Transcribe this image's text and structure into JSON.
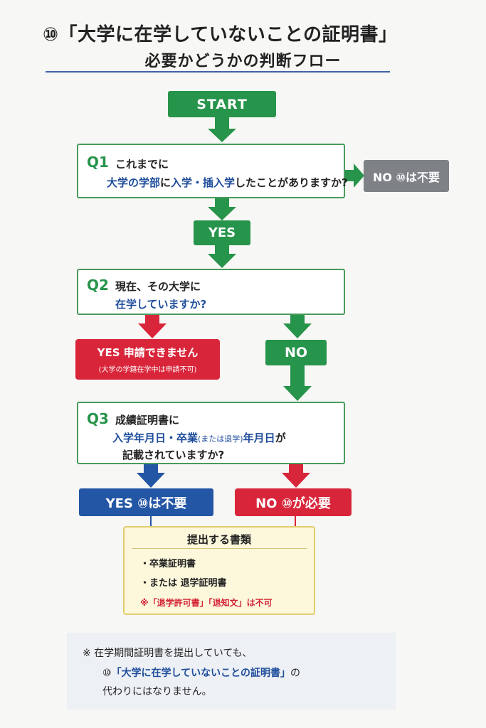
{
  "title": {
    "line1": "⑩「大学に在学していないことの証明書」",
    "line2": "必要かどうかの判断フロー"
  },
  "start": "START",
  "q1": {
    "label": "Q1",
    "line1": "これまでに",
    "line2_blue": "大学の学部",
    "line2_mid": "に",
    "line2_blue2": "入学・插入学",
    "line2_end": "したことがありますか?",
    "no_result": "NO ⑩は不要",
    "yes": "YES"
  },
  "q2": {
    "label": "Q2",
    "line1": "現在、その大学に",
    "line2": "在学していますか?",
    "yes_title": "YES 申請できません",
    "yes_sub": "(大学の学籍在学中は申請不可)",
    "no": "NO"
  },
  "q3": {
    "label": "Q3",
    "line1": "成績証明書に",
    "line2_a": "入学年月日・卒業",
    "line2_small": "(または退学)",
    "line2_b": "年月日",
    "line2_c": "が",
    "line3": "記載されていますか?",
    "yes_result": "YES ⑩は不要",
    "no_result": "NO ⑩が必要"
  },
  "documents": {
    "header": "提出する書類",
    "items": [
      "・卒業証明書",
      "・または 退学証明書"
    ],
    "warning": "※「退学許可書」「退知文」は不可"
  },
  "note": {
    "line1": "※ 在学期間証明書を提出していても、",
    "line2_prefix": "⑩",
    "line2_blue": "「大学に在学していないことの証明書」",
    "line2_end": "の",
    "line3": "代わりにはなりません。"
  },
  "colors": {
    "green": "#27944b",
    "red": "#d9253a",
    "blue": "#2356a4",
    "gray": "#7e8186",
    "yellow_bg": "#fdf8dc"
  }
}
